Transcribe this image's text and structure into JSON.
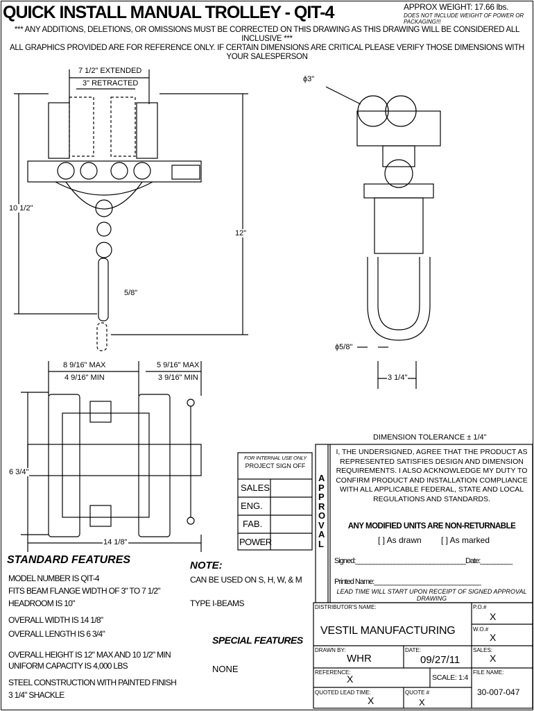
{
  "header": {
    "title": "QUICK INSTALL MANUAL TROLLEY - QIT-4",
    "weight": "APPROX WEIGHT: 17.66 lbs.",
    "weight_note": "DOES NOT INCLUDE WEIGHT OF POWER OR PACKAGING!!!",
    "warning1": "*** ANY ADDITIONS, DELETIONS, OR OMISSIONS MUST BE CORRECTED ON THIS DRAWING AS THIS DRAWING WILL BE CONSIDERED ALL INCLUSIVE ***",
    "warning2": "ALL GRAPHICS PROVIDED ARE FOR REFERENCE ONLY. IF CERTAIN DIMENSIONS ARE CRITICAL PLEASE VERIFY THOSE DIMENSIONS WITH YOUR SALESPERSON"
  },
  "dims": {
    "extended": "7 1/2\" EXTENDED",
    "retracted": "3\" RETRACTED",
    "h1": "10 1/2\"",
    "h2": "12\"",
    "chain": "5/8\"",
    "wheel": "ϕ3\"",
    "rod": "ϕ5/8\"",
    "side_w": "3 1/4\"",
    "max1": "8 9/16\" MAX",
    "min1": "4 9/16\" MIN",
    "max2": "5 9/16\" MAX",
    "min2": "3 9/16\" MIN",
    "top_h": "6 3/4\"",
    "top_w": "14 1/8\""
  },
  "tolerance": "DIMENSION TOLERANCE ± 1/4\"",
  "signoff": {
    "header1": "FOR INTERNAL USE ONLY",
    "header2": "PROJECT SIGN OFF",
    "rows": [
      "SALES",
      "ENG.",
      "FAB.",
      "POWER"
    ]
  },
  "approval": {
    "vertical": "APPROVAL",
    "text": "I, THE UNDERSIGNED, AGREE THAT THE PRODUCT AS REPRESENTED SATISFIES DESIGN AND DIMENSION REQUIREMENTS.  I ALSO ACKNOWLEDGE MY DUTY TO CONFIRM PRODUCT AND INSTALLATION COMPLIANCE WITH ALL APPLICABLE FEDERAL, STATE AND LOCAL REGULATIONS AND STANDARDS.",
    "nonreturn": "ANY MODIFIED UNITS ARE NON-RETURNABLE",
    "as_drawn": "[   ] As drawn",
    "as_marked": "[   ] As marked",
    "signed": "Signed:_______________________________Date:_________",
    "printed": "Printed Name:______________________________",
    "lead": "LEAD TIME WILL START UPON RECEIPT OF SIGNED APPROVAL DRAWING"
  },
  "features": {
    "title": "STANDARD FEATURES",
    "items": [
      "MODEL NUMBER IS QIT-4",
      "FITS BEAM FLANGE WIDTH OF 3\" TO 7 1/2\"",
      "HEADROOM IS 10\"",
      "OVERALL WIDTH IS  14 1/8\"",
      "OVERALL LENGTH IS  6 3/4\"",
      "OVERALL HEIGHT IS 12\" MAX AND  10 1/2\"  MIN",
      "UNIFORM CAPACITY IS 4,000 LBS",
      "STEEL CONSTRUCTION WITH PAINTED FINISH",
      "3 1/4\" SHACKLE"
    ]
  },
  "note": {
    "title": "NOTE:",
    "line1": "CAN BE USED ON S, H, W, & M",
    "line2": "TYPE I-BEAMS"
  },
  "special": {
    "title": "SPECIAL FEATURES",
    "value": "NONE"
  },
  "titleblock": {
    "dist_label": "DISTRIBUTOR'S NAME:",
    "dist": "VESTIL MANUFACTURING",
    "po_label": "P.O.#",
    "po": "X",
    "wo_label": "W.O.#",
    "wo": "X",
    "drawn_label": "DRAWN BY:",
    "drawn": "WHR",
    "date_label": "DATE:",
    "date": "09/27/11",
    "sales_label": "SALES:",
    "sales": "X",
    "ref_label": "REFERENCE:",
    "ref": "X",
    "scale": "SCALE: 1:4",
    "file_label": "FILE NAME:",
    "file": "30-007-047",
    "lead_label": "QUOTED LEAD TIME:",
    "lead": "X",
    "quote_label": "QUOTE #",
    "quote": "X"
  }
}
